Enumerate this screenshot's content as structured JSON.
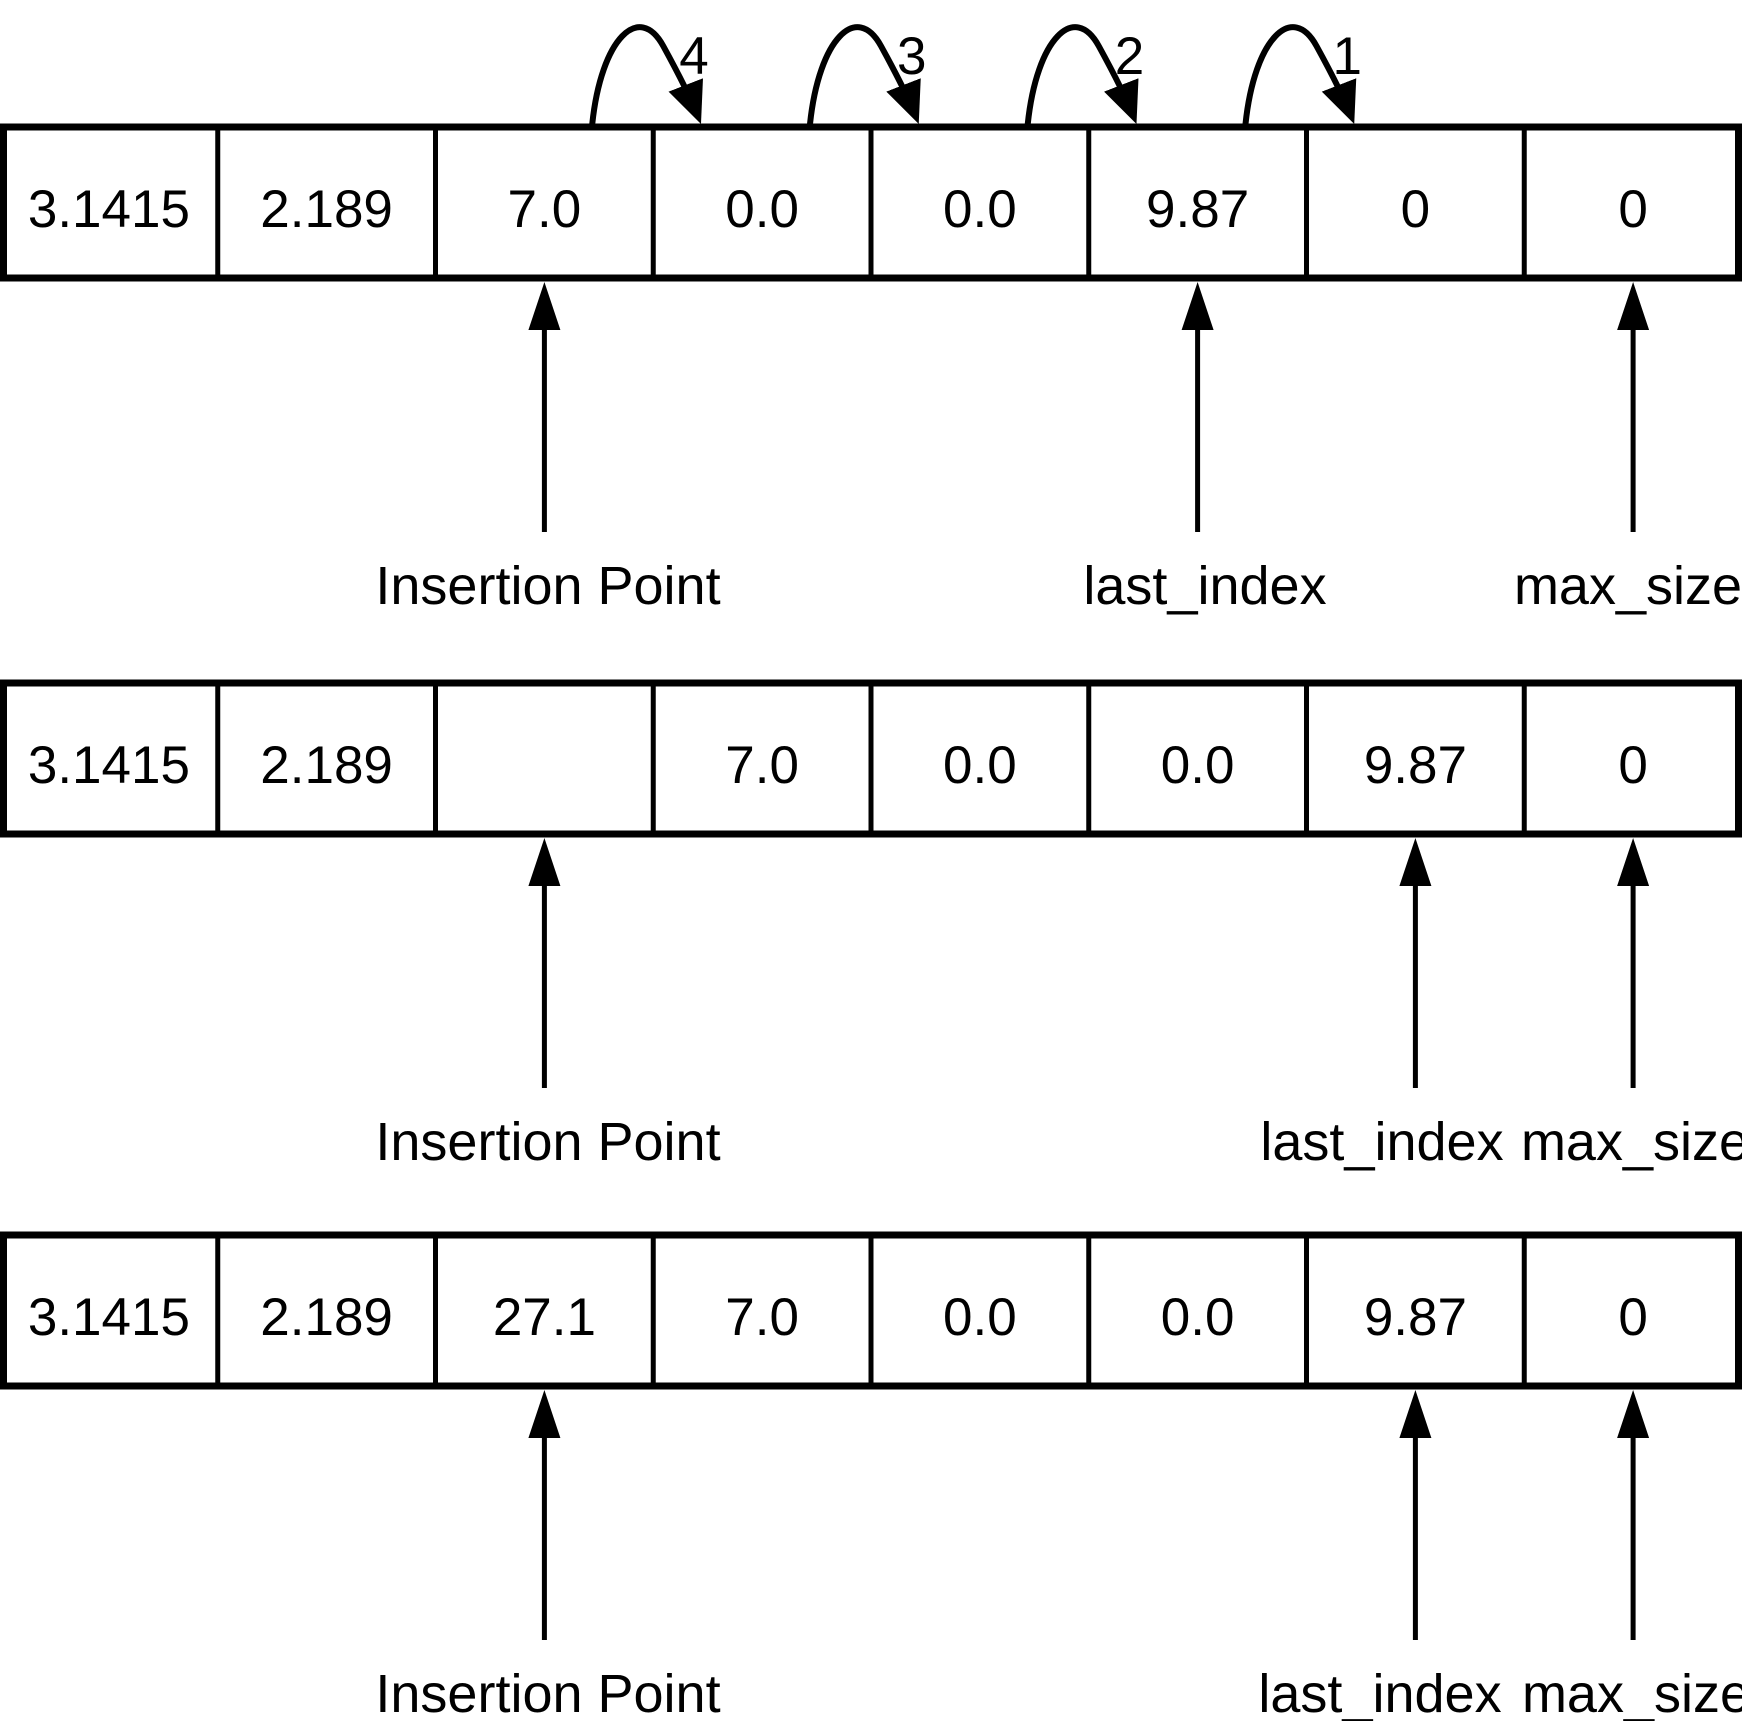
{
  "diagram": {
    "description_colors": {
      "stroke": "#000000",
      "background": "#ffffff"
    },
    "states": [
      {
        "cells": [
          "3.1415",
          "2.189",
          "7.0",
          "0.0",
          "0.0",
          "9.87",
          "0",
          "0"
        ],
        "shift_steps": [
          {
            "label": "4",
            "from_cell": 2,
            "to_cell": 3
          },
          {
            "label": "3",
            "from_cell": 3,
            "to_cell": 4
          },
          {
            "label": "2",
            "from_cell": 4,
            "to_cell": 5
          },
          {
            "label": "1",
            "from_cell": 5,
            "to_cell": 6
          }
        ],
        "pointers": [
          {
            "label": "Insertion Point",
            "cell": 2
          },
          {
            "label": "last_index",
            "cell": 5
          },
          {
            "label": "max_size",
            "cell": 7
          }
        ]
      },
      {
        "cells": [
          "3.1415",
          "2.189",
          "",
          "7.0",
          "0.0",
          "0.0",
          "9.87",
          "0"
        ],
        "shift_steps": [],
        "pointers": [
          {
            "label": "Insertion Point",
            "cell": 2
          },
          {
            "label": "last_index",
            "cell": 6
          },
          {
            "label": "max_size",
            "cell": 7
          }
        ]
      },
      {
        "cells": [
          "3.1415",
          "2.189",
          "27.1",
          "7.0",
          "0.0",
          "0.0",
          "9.87",
          "0"
        ],
        "shift_steps": [],
        "pointers": [
          {
            "label": "Insertion Point",
            "cell": 2
          },
          {
            "label": "last_index",
            "cell": 6
          },
          {
            "label": "max_size",
            "cell": 7
          }
        ]
      }
    ]
  }
}
